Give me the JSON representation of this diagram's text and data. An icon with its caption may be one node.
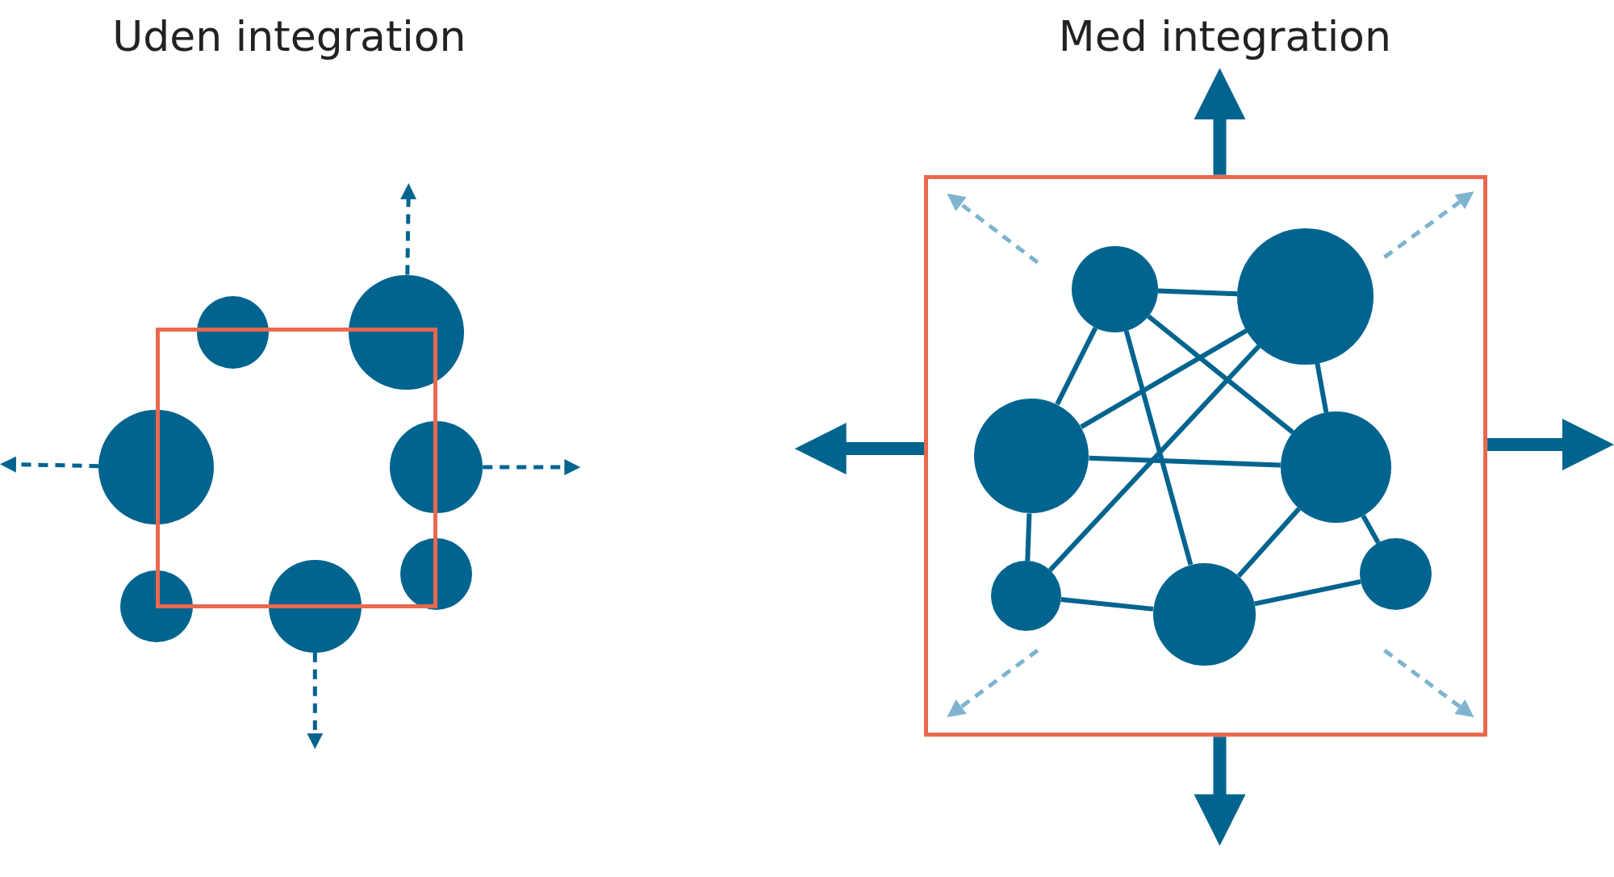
{
  "diagram": {
    "nodes": [
      {
        "text": [],
        "shape": "box"
      },
      {
        "text": [],
        "shape": "circle"
      },
      {
        "text": [],
        "shape": "circle"
      },
      {
        "text": [],
        "shape": "circle"
      },
      {
        "text": [],
        "shape": "circle"
      },
      {
        "text": [],
        "shape": "circle"
      },
      {
        "text": [],
        "shape": "circle"
      },
      {
        "text": [],
        "shape": "circle"
      },
      {
        "text": [],
        "shape": "box"
      },
      {
        "text": [],
        "shape": "circle",
        "in": 8
      },
      {
        "text": [],
        "shape": "circle",
        "in": 8
      },
      {
        "text": [],
        "shape": "circle",
        "in": 8
      },
      {
        "text": [],
        "shape": "circle",
        "in": 8
      },
      {
        "text": [],
        "shape": "circle",
        "in": 8
      },
      {
        "text": [],
        "shape": "circle",
        "in": 8
      },
      {
        "text": [],
        "shape": "circle",
        "in": 8
      }
    ],
    "edges": [
      {
        "from": 2,
        "to": null,
        "arrow": "to",
        "style": "dashed"
      },
      {
        "from": 3,
        "to": null,
        "arrow": "to",
        "style": "dashed"
      },
      {
        "from": 4,
        "to": null,
        "arrow": "to",
        "style": "dashed"
      },
      {
        "from": 6,
        "to": null,
        "arrow": "to",
        "style": "dashed"
      },
      {
        "from": 8,
        "to": null,
        "arrow": "to",
        "style": "thick"
      },
      {
        "from": 8,
        "to": null,
        "arrow": "to",
        "style": "thick"
      },
      {
        "from": 8,
        "to": null,
        "arrow": "to",
        "style": "thick"
      },
      {
        "from": 8,
        "to": null,
        "arrow": "to",
        "style": "thick"
      },
      {
        "from": 9,
        "to": 10,
        "arrow": "none"
      },
      {
        "from": 9,
        "to": 11,
        "arrow": "none"
      },
      {
        "from": 9,
        "to": 12,
        "arrow": "none"
      },
      {
        "from": 9,
        "to": 14,
        "arrow": "none"
      },
      {
        "from": 10,
        "to": 11,
        "arrow": "none"
      },
      {
        "from": 10,
        "to": 12,
        "arrow": "none"
      },
      {
        "from": 10,
        "to": 13,
        "arrow": "none"
      },
      {
        "from": 11,
        "to": 12,
        "arrow": "none"
      },
      {
        "from": 11,
        "to": 13,
        "arrow": "none"
      },
      {
        "from": 13,
        "to": 14,
        "arrow": "none"
      },
      {
        "from": 14,
        "to": 12,
        "arrow": "none"
      },
      {
        "from": 14,
        "to": 15,
        "arrow": "none"
      },
      {
        "from": 12,
        "to": 15,
        "arrow": "none"
      }
    ],
    "labels": [
      "Uden integration",
      "Med integration"
    ]
  }
}
